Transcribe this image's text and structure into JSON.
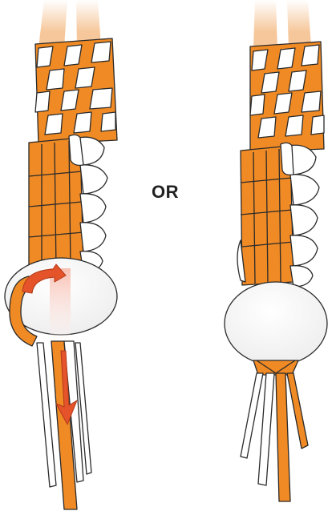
{
  "labels": {
    "separator": "OR"
  },
  "colors": {
    "orange": "#F08A24",
    "white": "#FFFFFF",
    "outline": "#2A2A2A",
    "arrow": "#E5532A",
    "fadeTop": "#F6C79A"
  },
  "figures": [
    {
      "name": "left-braid-with-bead-and-arrow",
      "has_arrow": true
    },
    {
      "name": "right-braid-with-bead-finished",
      "has_arrow": false
    }
  ]
}
